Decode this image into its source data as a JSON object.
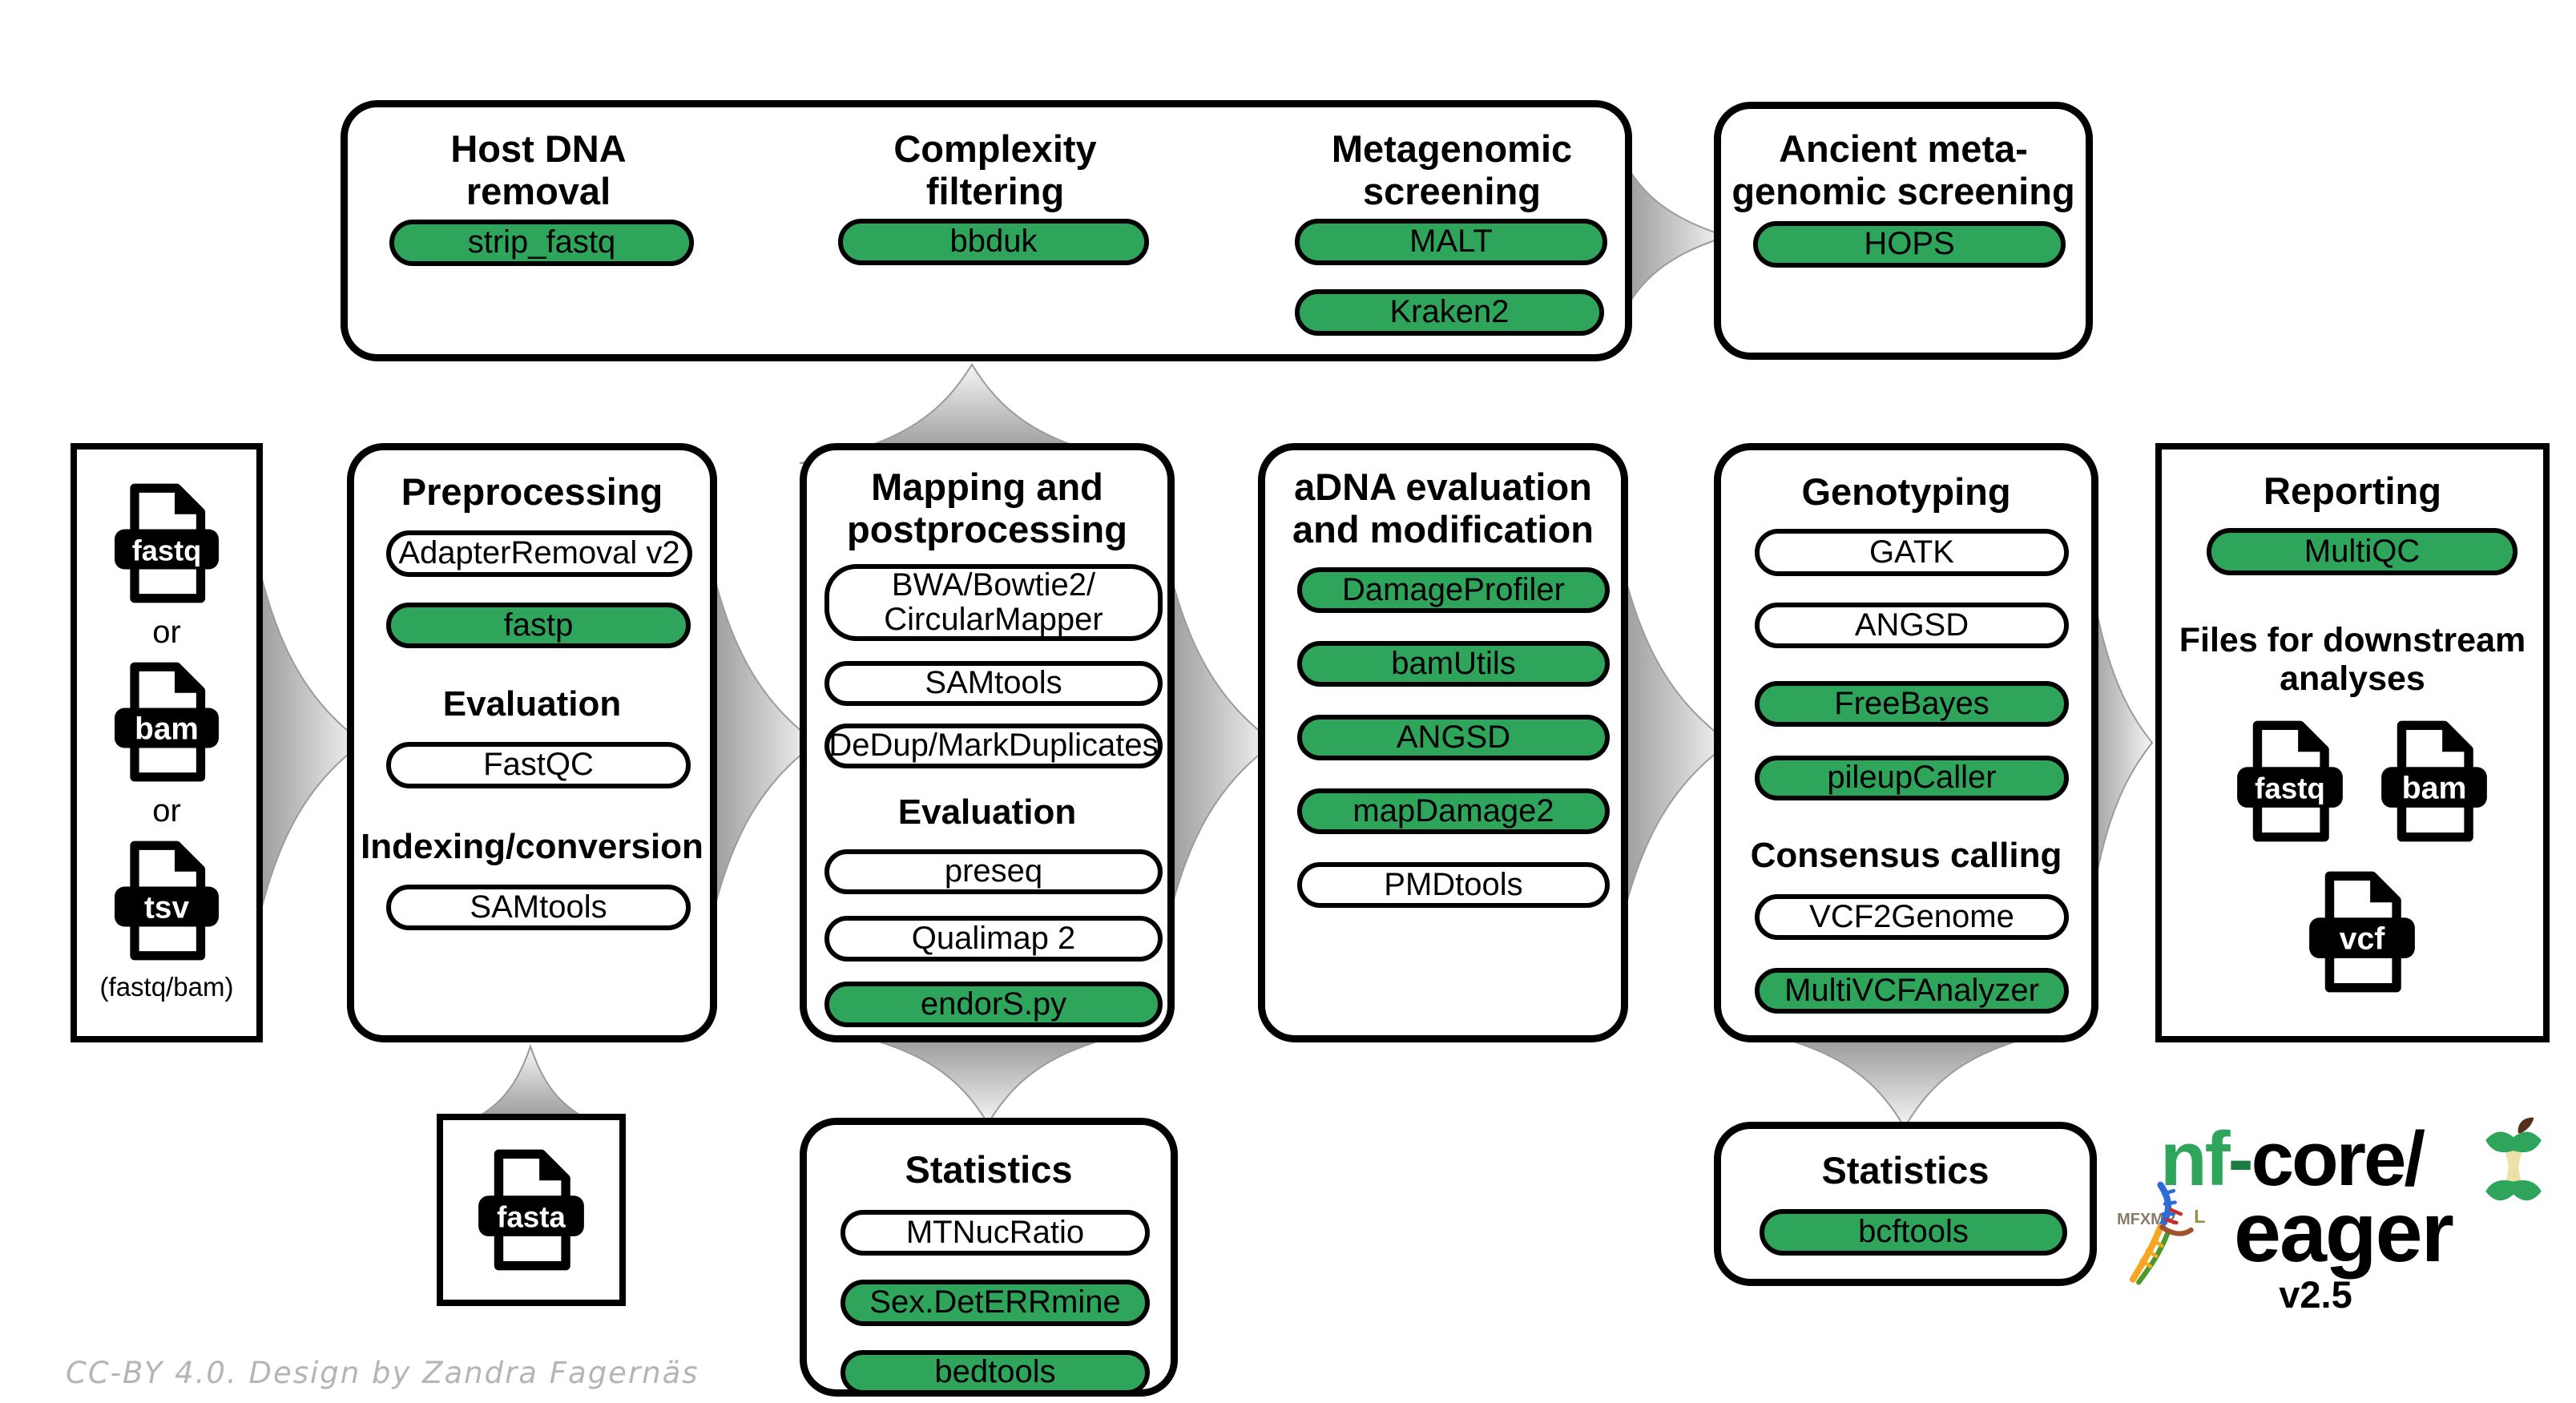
{
  "colors": {
    "green": "#2EA55B",
    "credit_gray": "#b5b5b5"
  },
  "credit": "CC-BY 4.0. Design by Zandra Fagernäs",
  "top": {
    "host": {
      "title1": "Host DNA",
      "title2": "removal",
      "tool": "strip_fastq"
    },
    "complexity": {
      "title1": "Complexity",
      "title2": "filtering",
      "tool": "bbduk"
    },
    "metagenomic": {
      "title1": "Metagenomic",
      "title2": "screening",
      "tool1": "MALT",
      "tool2": "Kraken2"
    }
  },
  "ancient": {
    "title1": "Ancient meta-",
    "title2": "genomic screening",
    "tool": "HOPS"
  },
  "input": {
    "file1": "fastq",
    "or1": "or",
    "file2": "bam",
    "or2": "or",
    "file3": "tsv",
    "note": "(fastq/bam)"
  },
  "preprocessing": {
    "title": "Preprocessing",
    "tool1": "AdapterRemoval v2",
    "tool2": "fastp",
    "heading1": "Evaluation",
    "tool3": "FastQC",
    "heading2": "Indexing/conversion",
    "tool4": "SAMtools"
  },
  "mapping": {
    "title1": "Mapping and",
    "title2": "postprocessing",
    "tool1a": "BWA/Bowtie2/",
    "tool1b": "CircularMapper",
    "tool2": "SAMtools",
    "tool3": "DeDup/MarkDuplicates",
    "heading": "Evaluation",
    "tool4": "preseq",
    "tool5": "Qualimap 2",
    "tool6": "endorS.py"
  },
  "adna": {
    "title1": "aDNA evaluation",
    "title2": "and modification",
    "tool1": "DamageProfiler",
    "tool2": "bamUtils",
    "tool3": "ANGSD",
    "tool4": "mapDamage2",
    "tool5": "PMDtools"
  },
  "genotyping": {
    "title": "Genotyping",
    "tool1": "GATK",
    "tool2": "ANGSD",
    "tool3": "FreeBayes",
    "tool4": "pileupCaller",
    "heading": "Consensus calling",
    "tool5": "VCF2Genome",
    "tool6": "MultiVCFAnalyzer"
  },
  "reporting": {
    "title": "Reporting",
    "tool1": "MultiQC",
    "heading1": "Files for downstream",
    "heading2": "analyses",
    "file1": "fastq",
    "file2": "bam",
    "file3": "vcf"
  },
  "reference": {
    "file": "fasta"
  },
  "stats_mapping": {
    "title": "Statistics",
    "tool1": "MTNucRatio",
    "tool2": "Sex.DetERRmine",
    "tool3": "bedtools"
  },
  "stats_genotyping": {
    "title": "Statistics",
    "tool1": "bcftools"
  },
  "logo": {
    "nf": "nf",
    "dash": "-",
    "core": "core/",
    "name": "eager",
    "version": "v2.5",
    "runes": "MFXMR",
    "rune2": "L"
  }
}
